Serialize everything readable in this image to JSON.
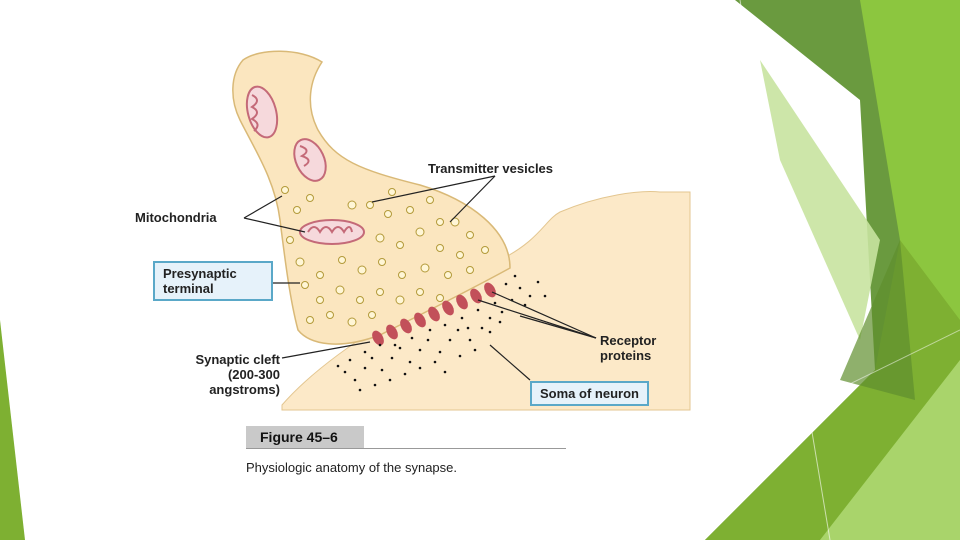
{
  "figure": {
    "labels": {
      "transmitter_vesicles": "Transmitter vesicles",
      "mitochondria": "Mitochondria",
      "presynaptic_terminal": "Presynaptic terminal",
      "synaptic_cleft_1": "Synaptic cleft",
      "synaptic_cleft_2": "(200-300",
      "synaptic_cleft_3": "angstroms)",
      "receptor_proteins_1": "Receptor",
      "receptor_proteins_2": "proteins",
      "soma_of_neuron": "Soma of neuron"
    },
    "title": "Figure 45–6",
    "caption": "Physiologic anatomy of the synapse."
  },
  "theme": {
    "terminal_fill": "#fbe6bf",
    "terminal_stroke": "#d9b977",
    "soma_fill": "#fce9c8",
    "mitochondria_color": "#c46a78",
    "receptor_color": "#c2505a",
    "box_border": "#5aa8c8",
    "green_shades": [
      "#6a9a3f",
      "#7eb032",
      "#8cc63f",
      "#a9d46b",
      "#c8e3a0",
      "#5f8f2d"
    ]
  }
}
